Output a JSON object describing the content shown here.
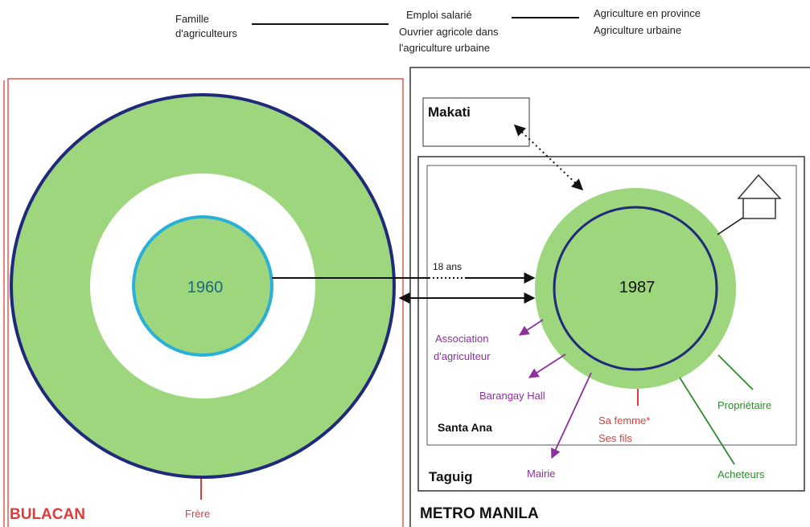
{
  "colors": {
    "region_border_bulacan": "#e05a4e",
    "frame_border": "#333333",
    "green_fill": "#9dd67d",
    "navy_ring": "#1f2a7a",
    "cyan_ring": "#29b0d9",
    "purple": "#8e2fa0",
    "red": "#e03b3b",
    "dark_green": "#2f8a2f",
    "year_1960": "#1a6a7a",
    "year_1987": "#111111"
  },
  "legend": {
    "famille_line1": "Famille",
    "famille_line2": "d'agriculteurs",
    "emploi_line1": "Emploi salarié",
    "emploi_line2": "Ouvrier agricole dans",
    "emploi_line3": "l'agriculture urbaine",
    "agri_line1": "Agriculture en province",
    "agri_line2": "Agriculture urbaine"
  },
  "regions": {
    "bulacan": "BULACAN",
    "metro_manila": "METRO MANILA",
    "makati": "Makati",
    "taguig": "Taguig",
    "santa_ana": "Santa Ana"
  },
  "years": {
    "left": "1960",
    "right": "1987"
  },
  "arrow_label": "18 ans",
  "relations": {
    "association_line1": "Association",
    "association_line2": "d'agriculteur",
    "barangay": "Barangay Hall",
    "mairie": "Mairie",
    "femme_line1": "Sa femme*",
    "femme_line2": "Ses fils",
    "acheteurs": "Acheteurs",
    "proprietaire": "Propriétaire",
    "frere": "Frère"
  },
  "icons": {
    "house": "house-icon"
  }
}
